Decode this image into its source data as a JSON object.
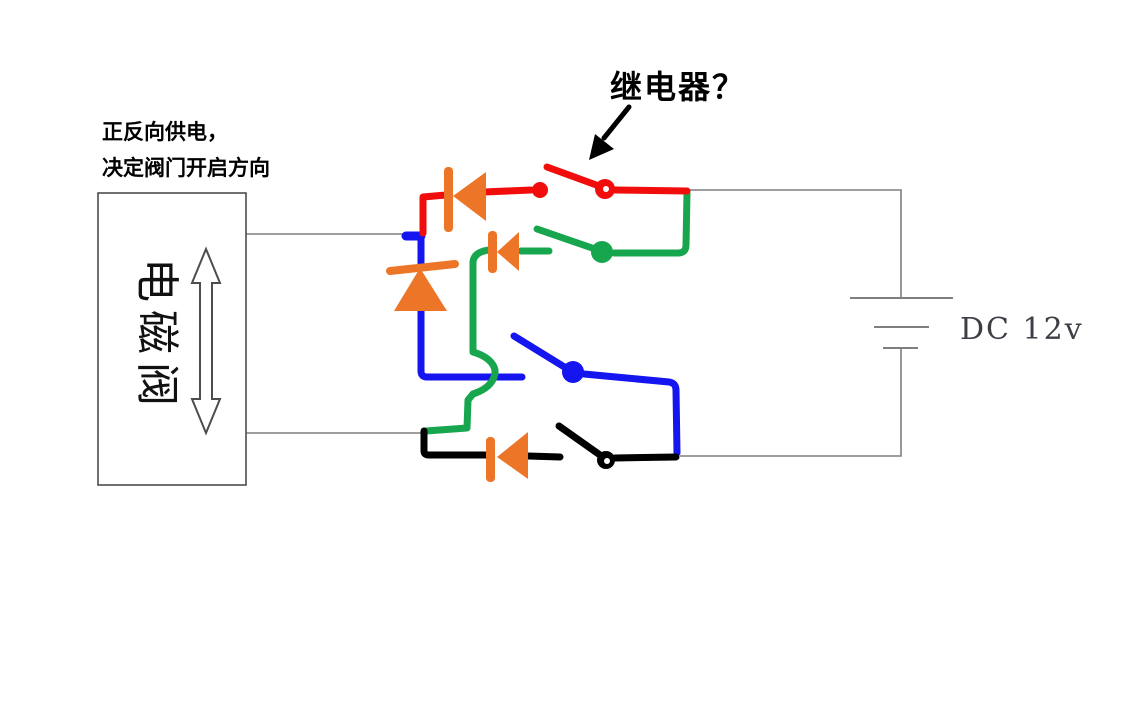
{
  "annotations": {
    "power_note_line1": "正反向供电，",
    "power_note_line2": "决定阀门开启方向",
    "relay_question": "继电器？",
    "battery_label": "DC 12v",
    "solenoid_label": "电磁阀"
  },
  "colors": {
    "red": "#f20d0d",
    "green": "#17a64e",
    "blue": "#1515ef",
    "black": "#000000",
    "orange": "#ed7528",
    "wire_gray": "#7f7f7f",
    "box_gray": "#4d4d4d",
    "battery_text": "#3e3e47",
    "white": "#ffffff"
  }
}
